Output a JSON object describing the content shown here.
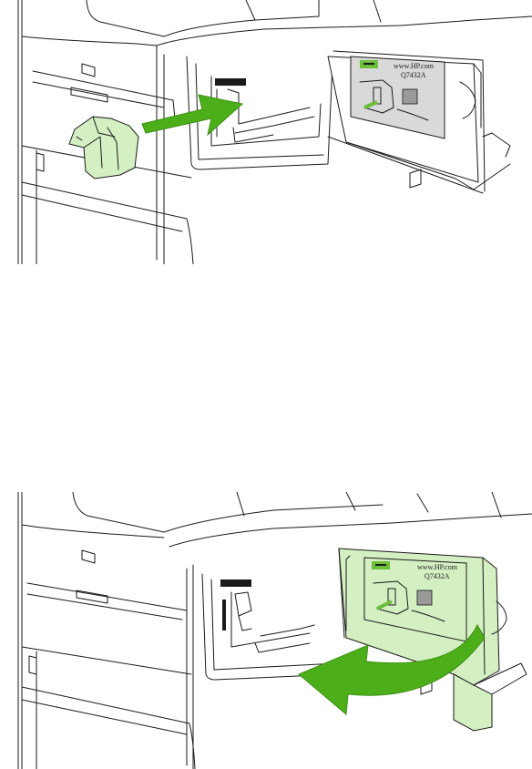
{
  "colors": {
    "arrow": "#4caf1a",
    "arrow_dark": "#3c8f12",
    "stapler_fill": "#d4efc2",
    "label_panel_gray": "#d9d9d9",
    "label_panel_green": "#d4efc2",
    "icon_green": "#6cbf3a",
    "outline": "#1a1a1a"
  },
  "panels": [
    {
      "label": {
        "url": "www.HP.com",
        "part": "Q7432A"
      }
    },
    {
      "label": {
        "url": "www.HP.com",
        "part": "Q7432A"
      }
    }
  ]
}
